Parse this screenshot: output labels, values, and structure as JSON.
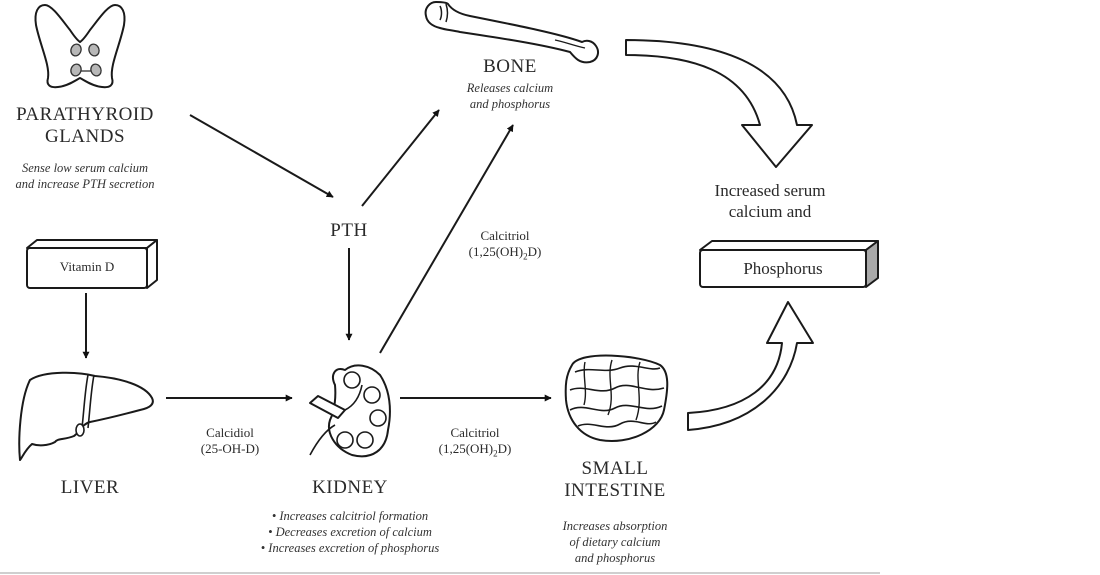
{
  "nodes": {
    "parathyroid": {
      "title_line1": "PARATHYROID",
      "title_line2": "GLANDS",
      "desc_line1": "Sense low serum calcium",
      "desc_line2": "and increase PTH secretion",
      "icon": "parathyroid-glands-icon"
    },
    "pth": {
      "label": "PTH"
    },
    "bone": {
      "title": "BONE",
      "desc_line1": "Releases calcium",
      "desc_line2": "and phosphorus",
      "icon": "bone-icon"
    },
    "vitamin_d": {
      "label": "Vitamin D"
    },
    "liver": {
      "title": "LIVER",
      "icon": "liver-icon"
    },
    "kidney": {
      "title": "KIDNEY",
      "icon": "kidney-icon",
      "bullets": [
        "• Increases calcitriol formation",
        "• Decreases excretion of calcium",
        "• Increases excretion of phosphorus"
      ]
    },
    "small_intestine": {
      "title_line1": "SMALL",
      "title_line2": "INTESTINE",
      "icon": "small-intestine-icon",
      "desc_line1": "Increases absorption",
      "desc_line2": "of dietary calcium",
      "desc_line3": "and phosphorus"
    },
    "outcome": {
      "line1": "Increased serum",
      "line2": "calcium and",
      "box_label": "Phosphorus"
    }
  },
  "edges": {
    "liver_to_kidney": {
      "line1": "Calcidiol",
      "line2": "(25-OH-D)"
    },
    "kidney_to_bone": {
      "line1": "Calcitriol",
      "line2_pre": "(1,25(OH)",
      "line2_sub": "2",
      "line2_post": "D)"
    },
    "kidney_to_intestine": {
      "line1": "Calcitriol",
      "line2_pre": "(1,25(OH)",
      "line2_sub": "2",
      "line2_post": "D)"
    }
  }
}
